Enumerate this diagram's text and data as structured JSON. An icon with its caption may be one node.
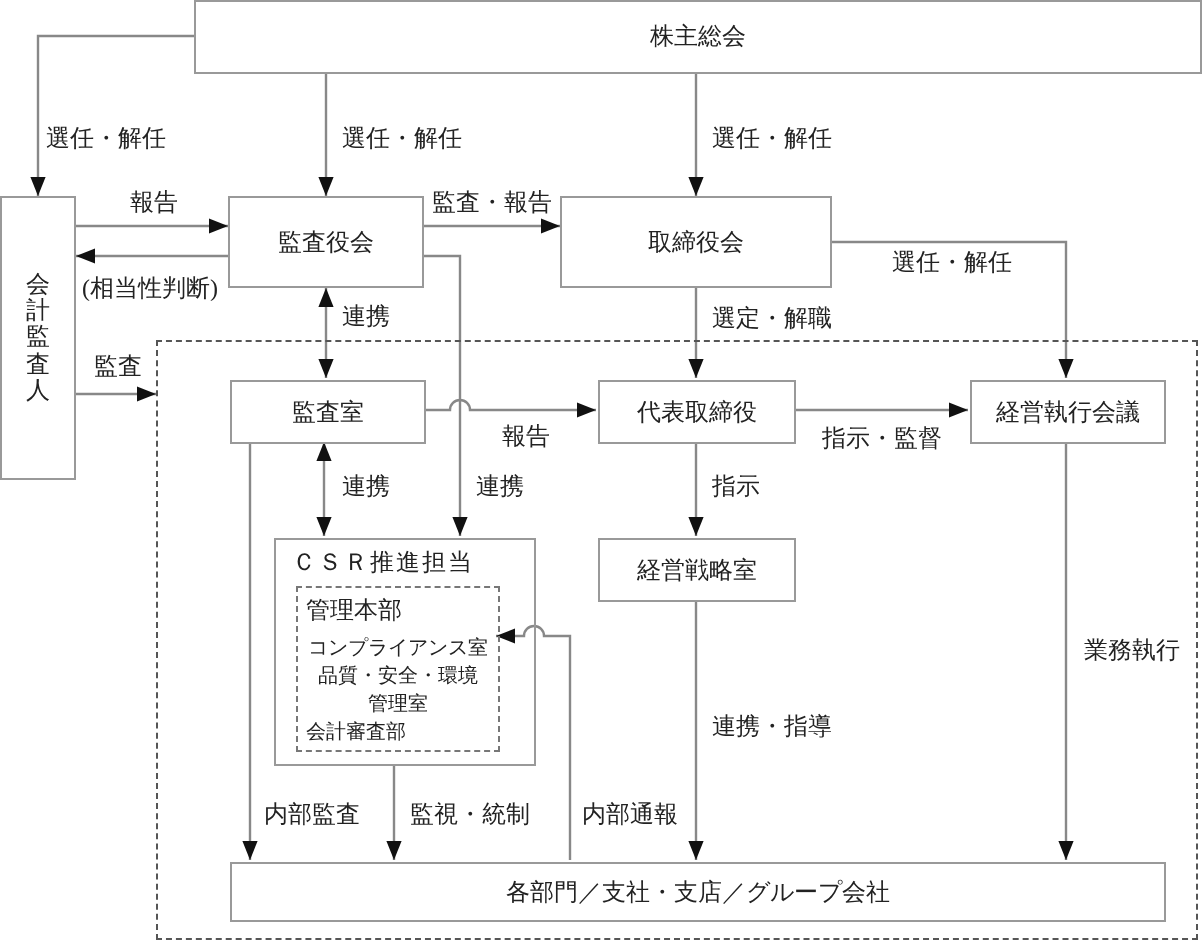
{
  "diagram": {
    "nodes": [
      {
        "text": [
          "株主総会"
        ]
      },
      {
        "text": [
          "会計監査人"
        ]
      },
      {
        "text": [
          "監査役会"
        ]
      },
      {
        "text": [
          "取締役会"
        ]
      },
      {
        "text": [],
        "shape": "box"
      },
      {
        "text": [
          "監査室"
        ],
        "in": 4
      },
      {
        "text": [
          "代表取締役"
        ],
        "in": 4
      },
      {
        "text": [
          "経営執行会議"
        ],
        "in": 4
      },
      {
        "text": [
          "ＣＳＲ推進担当"
        ],
        "in": 4
      },
      {
        "text": [
          "管理本部",
          "コンプライアンス室",
          "品質・安全・環境管理室",
          "会計審査部"
        ],
        "in": 8
      },
      {
        "text": [
          "経営戦略室"
        ],
        "in": 4
      },
      {
        "text": [
          "各部門／支社・支店／グループ会社"
        ],
        "in": 4
      }
    ],
    "edges": [
      {
        "from": 0,
        "to": 1,
        "arrow": "to",
        "label": "選任・解任"
      },
      {
        "from": 0,
        "to": 2,
        "arrow": "to",
        "label": "選任・解任"
      },
      {
        "from": 0,
        "to": 3,
        "arrow": "to",
        "label": "選任・解任"
      },
      {
        "from": 1,
        "to": 2,
        "arrow": "to",
        "label": "報告"
      },
      {
        "from": 2,
        "to": 1,
        "arrow": "to",
        "label": "(相当性判断)"
      },
      {
        "from": 1,
        "to": 4,
        "arrow": "to",
        "label": "監査"
      },
      {
        "from": 2,
        "to": 3,
        "arrow": "to",
        "label": "監査・報告"
      },
      {
        "from": 3,
        "to": 6,
        "arrow": "to",
        "label": "選定・解職"
      },
      {
        "from": 3,
        "to": 7,
        "arrow": "to",
        "label": "選任・解任"
      },
      {
        "from": 2,
        "to": 5,
        "arrow": "both",
        "label": "連携"
      },
      {
        "from": 5,
        "to": 6,
        "arrow": "to",
        "label": "報告"
      },
      {
        "from": 2,
        "to": 8,
        "arrow": "to",
        "label": "連携"
      },
      {
        "from": 5,
        "to": 8,
        "arrow": "both",
        "label": "連携"
      },
      {
        "from": 5,
        "to": 11,
        "arrow": "to",
        "label": "内部監査"
      },
      {
        "from": 8,
        "to": 11,
        "arrow": "to",
        "label": "監視・統制"
      },
      {
        "from": 11,
        "to": 9,
        "arrow": "to",
        "label": "内部通報"
      },
      {
        "from": 6,
        "to": 7,
        "arrow": "to",
        "label": "指示・監督"
      },
      {
        "from": 6,
        "to": 10,
        "arrow": "to",
        "label": "指示"
      },
      {
        "from": 10,
        "to": 11,
        "arrow": "to",
        "label": "連携・指導"
      },
      {
        "from": 7,
        "to": 11,
        "arrow": "to",
        "label": "業務執行"
      }
    ]
  }
}
